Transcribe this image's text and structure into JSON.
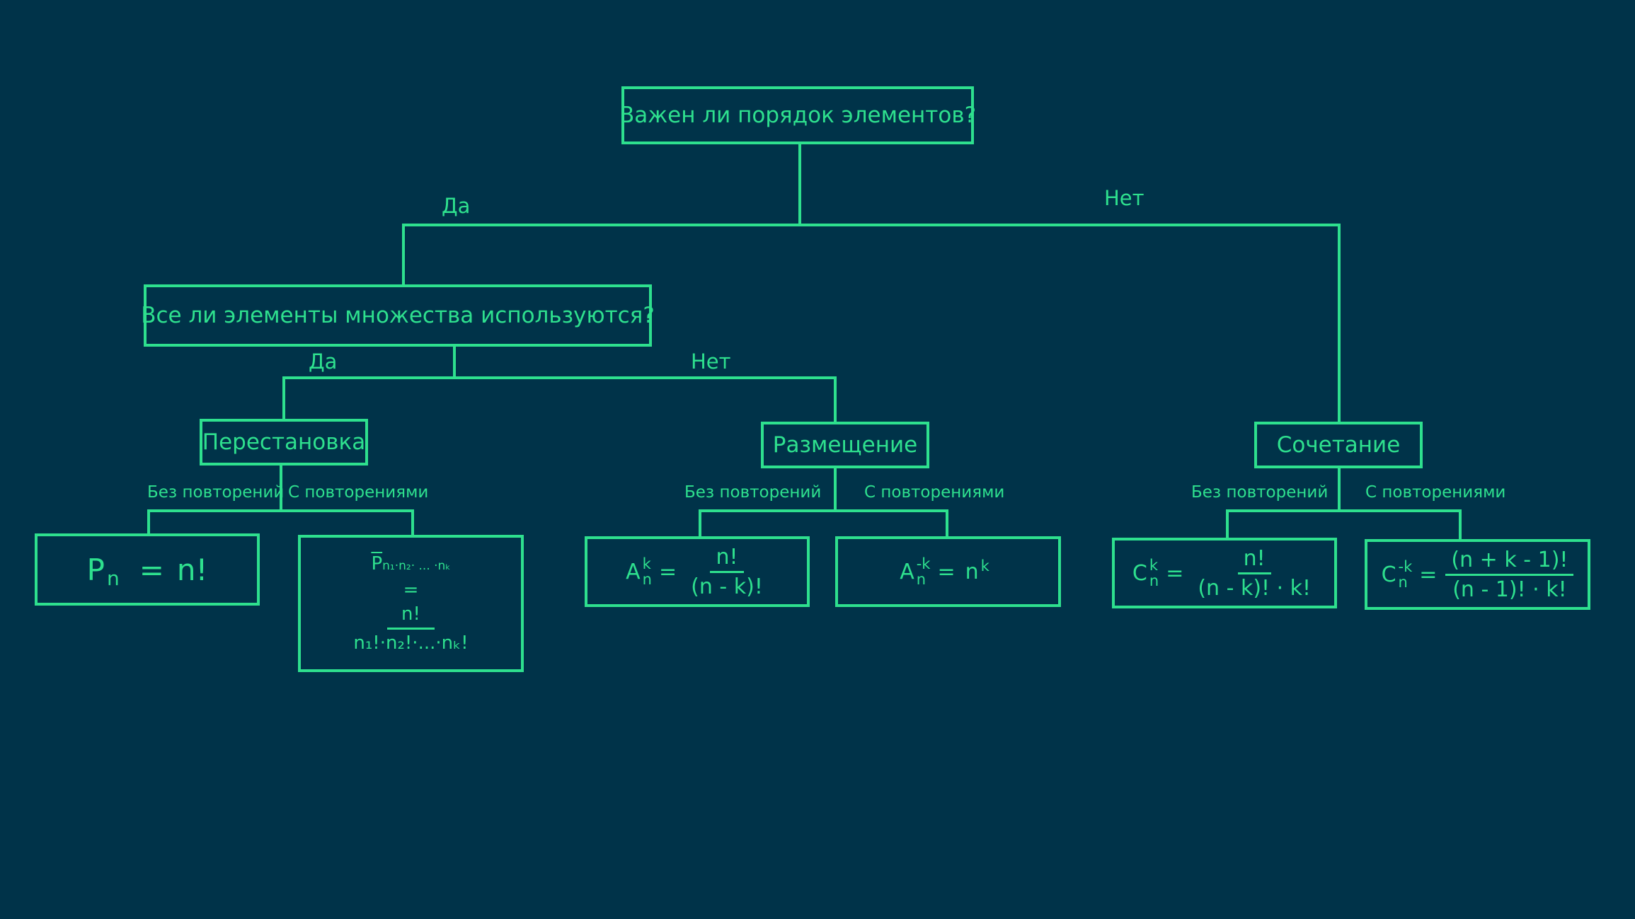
{
  "colors": {
    "background": "#003349",
    "accent": "#2ee08e"
  },
  "root": {
    "question": "Важен ли порядок элементов?"
  },
  "branch_root": {
    "yes": "Да",
    "no": "Нет"
  },
  "q2": {
    "question": "Все ли элементы множества используются?"
  },
  "branch_q2": {
    "yes": "Да",
    "no": "Нет"
  },
  "categories": {
    "permutation": "Перестановка",
    "arrangement": "Размещение",
    "combination": "Сочетание"
  },
  "sublabels": {
    "no_repeat": "Без повторений",
    "with_repeat": "С повторениями"
  },
  "formulas": {
    "perm": {
      "base": "P",
      "sub": "n",
      "eq": "=",
      "rhs": "n!"
    },
    "perm_rep": {
      "top": "P",
      "top_idx": "n₁·n₂· ... ·nₖ",
      "eq": "=",
      "num": "n!",
      "den": "n₁!·n₂!·...·nₖ!"
    },
    "arr": {
      "base": "A",
      "sup": "k",
      "sub": "n",
      "eq": "=",
      "num": "n!",
      "den": "(n - k)!"
    },
    "arr_rep": {
      "base": "A",
      "sup": "-k",
      "sub": "n",
      "eq": "=",
      "rhs": "n",
      "rhs_sup": "k"
    },
    "comb": {
      "base": "C",
      "sup": "k",
      "sub": "n",
      "eq": "=",
      "num": "n!",
      "den": "(n - k)! · k!"
    },
    "comb_rep": {
      "base": "C",
      "sup": "-k",
      "sub": "n",
      "eq": "=",
      "num": "(n + k - 1)!",
      "den": "(n - 1)! · k!"
    }
  }
}
